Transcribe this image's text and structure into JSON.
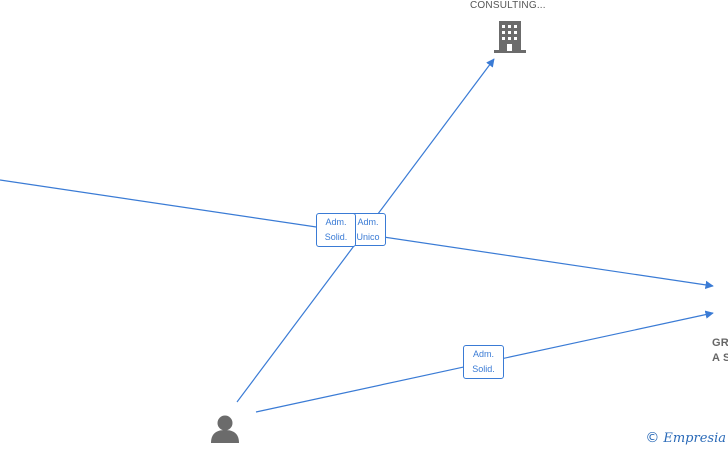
{
  "nodes": {
    "company_top": {
      "label": "CONSULTING...",
      "icon": "building-icon"
    },
    "company_right": {
      "label_line1": "GR",
      "label_line2": "A S"
    },
    "person": {
      "icon": "person-icon"
    }
  },
  "edges": {
    "adm_unico": {
      "line1": "Adm.",
      "line2": "Unico"
    },
    "adm_solid_1": {
      "line1": "Adm.",
      "line2": "Solid."
    },
    "adm_solid_2": {
      "line1": "Adm.",
      "line2": "Solid."
    }
  },
  "watermark": {
    "symbol": "©",
    "brand": "Empresia"
  },
  "colors": {
    "edge": "#3a7bd5",
    "icon": "#6b6b6b"
  }
}
